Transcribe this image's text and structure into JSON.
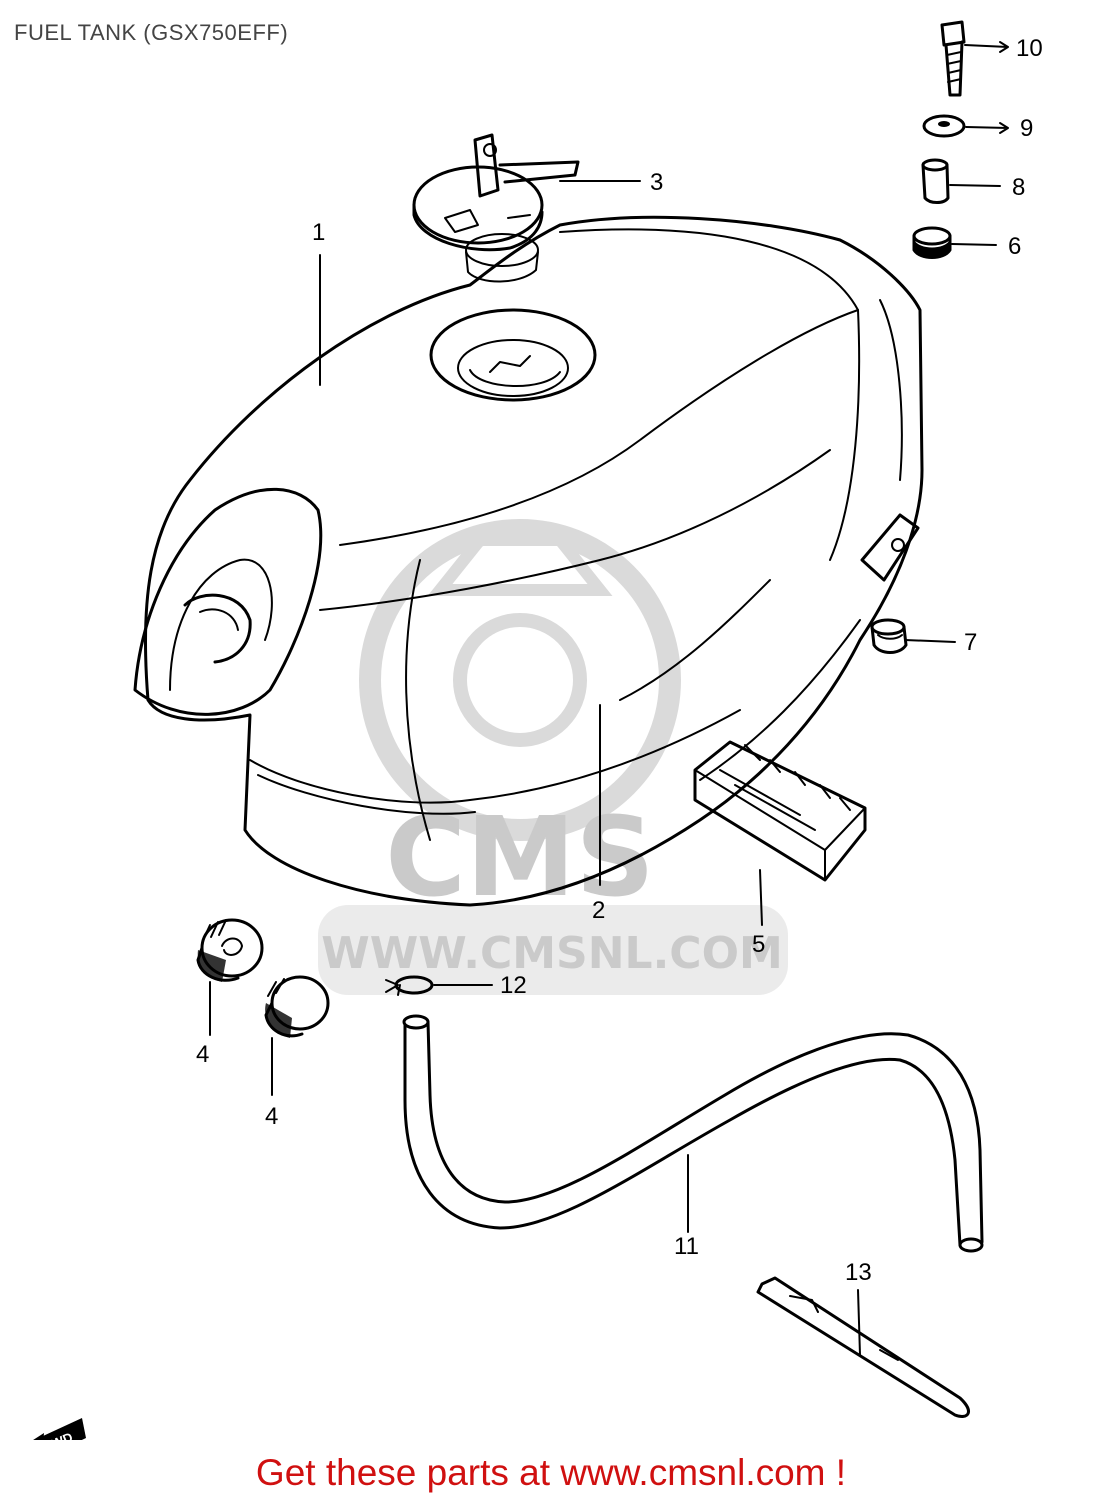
{
  "title": "FUEL TANK (GSX750EFF)",
  "promo": "Get these parts at www.cmsnl.com !",
  "watermark": {
    "logo_text": "CMS",
    "url_text": "WWW.CMSNL.COM"
  },
  "fwd_badge": "FWD",
  "callouts": [
    {
      "id": "1",
      "label": "1"
    },
    {
      "id": "2",
      "label": "2"
    },
    {
      "id": "3",
      "label": "3"
    },
    {
      "id": "4a",
      "label": "4"
    },
    {
      "id": "4b",
      "label": "4"
    },
    {
      "id": "5",
      "label": "5"
    },
    {
      "id": "6",
      "label": "6"
    },
    {
      "id": "7",
      "label": "7"
    },
    {
      "id": "8",
      "label": "8"
    },
    {
      "id": "9",
      "label": "9"
    },
    {
      "id": "10",
      "label": "10"
    },
    {
      "id": "11",
      "label": "11"
    },
    {
      "id": "12",
      "label": "12"
    },
    {
      "id": "13",
      "label": "13"
    }
  ],
  "colors": {
    "promo": "#d01010",
    "title": "#444444",
    "watermark": "#c4c4c4"
  }
}
